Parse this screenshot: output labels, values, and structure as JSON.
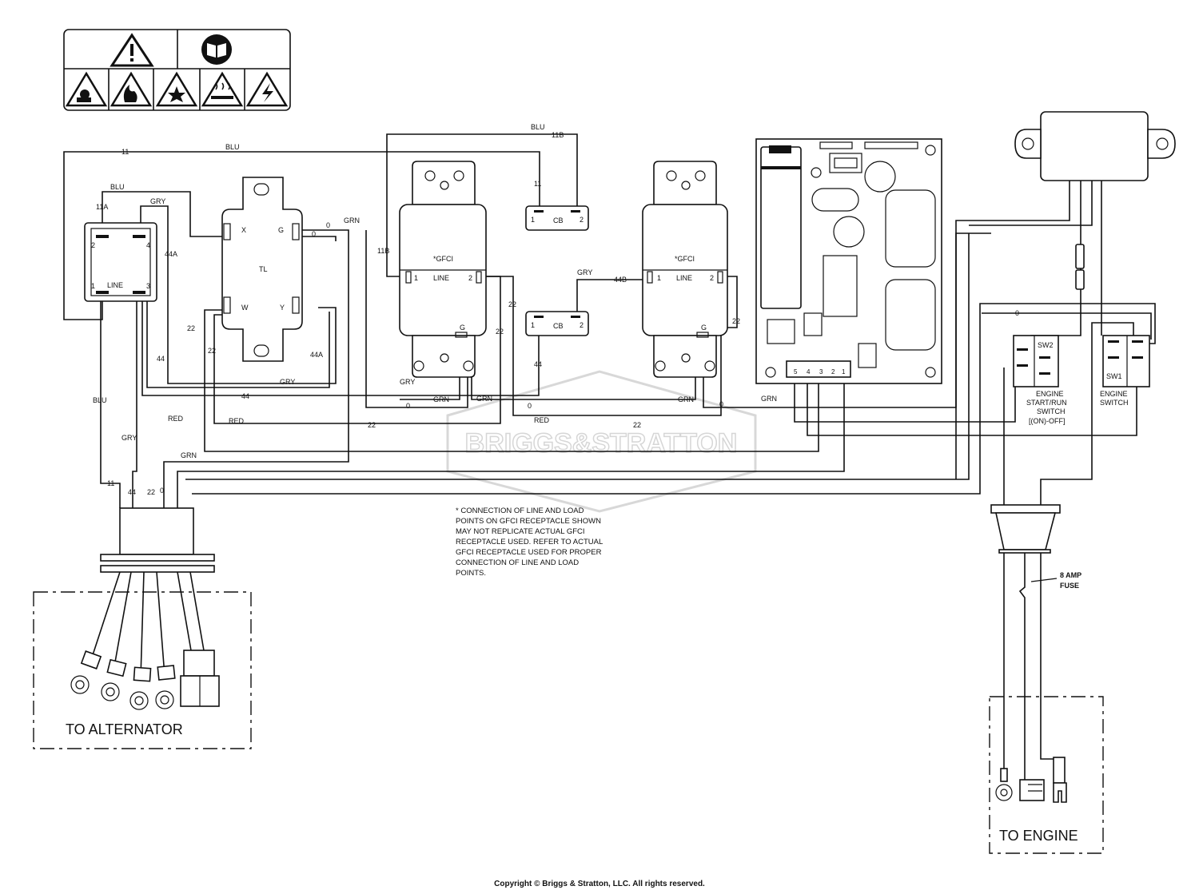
{
  "warning_panel": {
    "icons": [
      "warning-icon",
      "manual-icon",
      "toxic-fumes-icon",
      "fire-icon",
      "explosion-icon",
      "hot-surface-icon",
      "shock-icon"
    ]
  },
  "watermark": "BRIGGS&STRATTON",
  "components": {
    "line_block": {
      "label": "LINE",
      "pins": [
        "2",
        "4",
        "1",
        "3"
      ],
      "top_wire": "11A"
    },
    "tl": {
      "label": "TL",
      "x": "X",
      "g": "G",
      "w": "W",
      "y": "Y"
    },
    "gfci1": {
      "label": "*GFCI",
      "line": "LINE",
      "pin1": "1",
      "pin2": "2",
      "g": "G"
    },
    "gfci2": {
      "label": "*GFCI",
      "line": "LINE",
      "pin1": "1",
      "pin2": "2",
      "g": "G"
    },
    "cb1": {
      "label": "CB",
      "pin1": "1",
      "pin2": "2"
    },
    "cb2": {
      "label": "CB",
      "pin1": "1",
      "pin2": "2"
    },
    "board_pins": [
      "5",
      "4",
      "3",
      "2",
      "1"
    ],
    "sw2": {
      "label": "SW2",
      "name": "ENGINE",
      "name2": "START/RUN",
      "name3": "SWITCH",
      "name4": "[(ON)-OFF]"
    },
    "sw1": {
      "label": "SW1",
      "name": "ENGINE",
      "name2": "SWITCH"
    },
    "fuse": {
      "line1": "8 AMP",
      "line2": "FUSE"
    }
  },
  "wires": {
    "blu": "BLU",
    "gry": "GRY",
    "grn": "GRN",
    "red": "RED",
    "n11": "11",
    "n11a": "11A",
    "n11b": "11B",
    "n44": "44",
    "n44a": "44A",
    "n44b": "44B",
    "n22": "22",
    "n0": "0"
  },
  "harness": {
    "pins": [
      "11",
      "44",
      "22",
      "0"
    ]
  },
  "to_alternator": "TO ALTERNATOR",
  "to_engine": "TO ENGINE",
  "note": [
    "* CONNECTION OF LINE AND LOAD",
    "POINTS  ON GFCI  RECEPTACLE SHOWN",
    "MAY NOT REPLICATE ACTUAL GFCI",
    "RECEPTACLE USED.  REFER TO ACTUAL",
    "GFCI RECEPTACLE USED FOR PROPER",
    "CONNECTION OF LINE AND LOAD",
    "POINTS."
  ],
  "copyright": "Copyright © Briggs & Stratton, LLC. All rights reserved."
}
